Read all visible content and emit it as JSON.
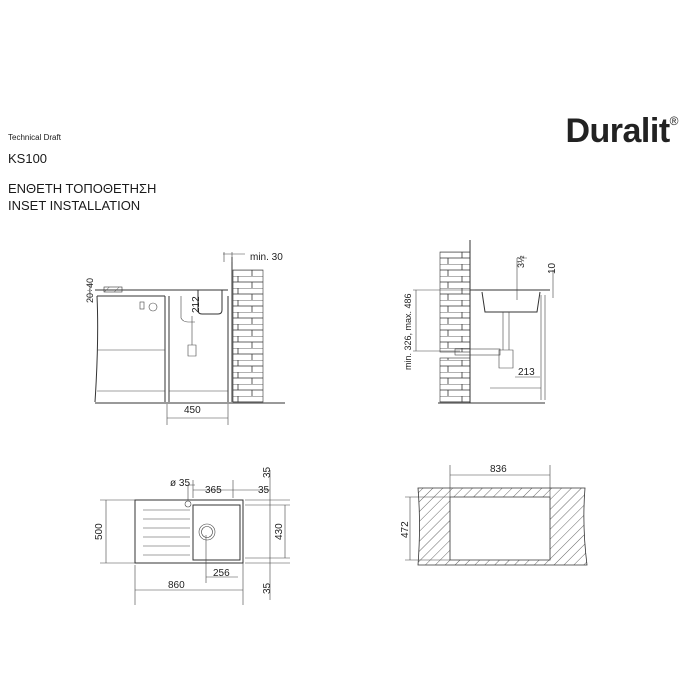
{
  "header": {
    "doc_type": "Technical Draft",
    "model": "KS100",
    "title_greek": "ΕΝΘΕΤΗ ΤΟΠΟΘΕΤΗΣΗ",
    "title_english": "INSET INSTALLATION",
    "brand": "Duralit",
    "brand_mark": "®"
  },
  "side_view_left": {
    "counter_thickness": "20÷40",
    "wall_gap": "min. 30",
    "bowl_depth": "212",
    "cabinet_width": "450"
  },
  "side_view_right": {
    "drain_height": "min. 326, max. 486",
    "waste_size": "3½",
    "rim": "10",
    "drain_offset": "213"
  },
  "top_view": {
    "tap_hole": "ø 35",
    "bowl_width": "365",
    "edge_right": "35",
    "edge_top": "35",
    "edge_bottom": "35",
    "overall_depth": "500",
    "bowl_depth": "430",
    "drain_offset": "256",
    "overall_width": "860"
  },
  "cutout": {
    "width": "836",
    "depth": "472"
  }
}
